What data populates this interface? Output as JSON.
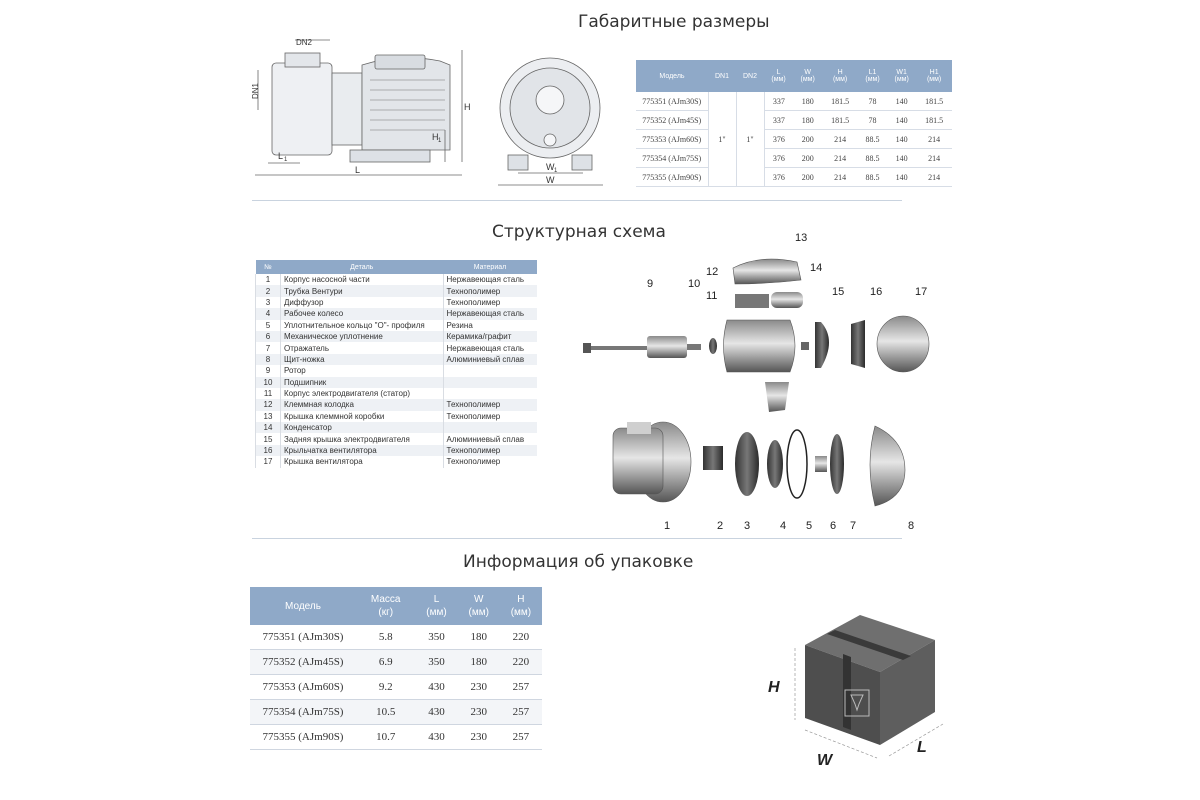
{
  "titles": {
    "dimensions": "Габаритные размеры",
    "structure": "Структурная схема",
    "packing": "Информация об упаковке"
  },
  "drawing_labels": {
    "dn2": "DN2",
    "dn1": "DN1",
    "l1": "L",
    "l1_sub": "1",
    "l": "L",
    "h": "H",
    "h1": "H",
    "h1_sub": "1",
    "w1": "W",
    "w1_sub": "1",
    "w": "W"
  },
  "dim_table": {
    "headers": [
      {
        "top": "Модель",
        "unit": ""
      },
      {
        "top": "DN1",
        "unit": ""
      },
      {
        "top": "DN2",
        "unit": ""
      },
      {
        "top": "L",
        "unit": "(мм)"
      },
      {
        "top": "W",
        "unit": "(мм)"
      },
      {
        "top": "H",
        "unit": "(мм)"
      },
      {
        "top": "L1",
        "unit": "(мм)"
      },
      {
        "top": "W1",
        "unit": "(мм)"
      },
      {
        "top": "H1",
        "unit": "(мм)"
      }
    ],
    "dn1": "1\"",
    "dn2": "1\"",
    "rows": [
      [
        "775351 (AJm30S)",
        "337",
        "180",
        "181.5",
        "78",
        "140",
        "181.5"
      ],
      [
        "775352 (AJm45S)",
        "337",
        "180",
        "181.5",
        "78",
        "140",
        "181.5"
      ],
      [
        "775353 (AJm60S)",
        "376",
        "200",
        "214",
        "88.5",
        "140",
        "214"
      ],
      [
        "775354 (AJm75S)",
        "376",
        "200",
        "214",
        "88.5",
        "140",
        "214"
      ],
      [
        "775355 (AJm90S)",
        "376",
        "200",
        "214",
        "88.5",
        "140",
        "214"
      ]
    ]
  },
  "parts_table": {
    "headers": [
      "№",
      "Деталь",
      "Материал"
    ],
    "rows": [
      [
        "1",
        "Корпус насосной части",
        "Нержавеющая сталь"
      ],
      [
        "2",
        "Трубка Вентури",
        "Технополимер"
      ],
      [
        "3",
        "Диффузор",
        "Технополимер"
      ],
      [
        "4",
        "Рабочее колесо",
        "Нержавеющая сталь"
      ],
      [
        "5",
        "Уплотнительное кольцо \"О\"- профиля",
        "Резина"
      ],
      [
        "6",
        "Механическое уплотнение",
        "Керамика/графит"
      ],
      [
        "7",
        "Отражатель",
        "Нержавеющая сталь"
      ],
      [
        "8",
        "Щит-ножка",
        "Алюминиевый сплав"
      ],
      [
        "9",
        "Ротор",
        ""
      ],
      [
        "10",
        "Подшипник",
        ""
      ],
      [
        "11",
        "Корпус электродвигателя (статор)",
        ""
      ],
      [
        "12",
        "Клеммная колодка",
        "Технополимер"
      ],
      [
        "13",
        "Крышка клеммной коробки",
        "Технополимер"
      ],
      [
        "14",
        "Конденсатор",
        ""
      ],
      [
        "15",
        "Задняя крышка электродвигателя",
        "Алюминиевый сплав"
      ],
      [
        "16",
        "Крыльчатка вентилятора",
        "Технополимер"
      ],
      [
        "17",
        "Крышка вентилятора",
        "Технополимер"
      ]
    ]
  },
  "callouts": {
    "c1": "1",
    "c2": "2",
    "c3": "3",
    "c4": "4",
    "c5": "5",
    "c6": "6",
    "c7": "7",
    "c8": "8",
    "c9": "9",
    "c10": "10",
    "c11": "11",
    "c12": "12",
    "c13": "13",
    "c14": "14",
    "c15": "15",
    "c16": "16",
    "c17": "17"
  },
  "pack_table": {
    "headers": [
      {
        "top": "Модель",
        "unit": ""
      },
      {
        "top": "Масса",
        "unit": "(кг)"
      },
      {
        "top": "L",
        "unit": "(мм)"
      },
      {
        "top": "W",
        "unit": "(мм)"
      },
      {
        "top": "H",
        "unit": "(мм)"
      }
    ],
    "rows": [
      [
        "775351 (AJm30S)",
        "5.8",
        "350",
        "180",
        "220"
      ],
      [
        "775352 (AJm45S)",
        "6.9",
        "350",
        "180",
        "220"
      ],
      [
        "775353 (AJm60S)",
        "9.2",
        "430",
        "230",
        "257"
      ],
      [
        "775354 (AJm75S)",
        "10.5",
        "430",
        "230",
        "257"
      ],
      [
        "775355 (AJm90S)",
        "10.7",
        "430",
        "230",
        "257"
      ]
    ]
  },
  "box_labels": {
    "h": "H",
    "w": "W",
    "l": "L"
  },
  "colors": {
    "header_blue": "#8fa9c8",
    "divider": "#c9d3df",
    "metal_dark": "#555555"
  }
}
